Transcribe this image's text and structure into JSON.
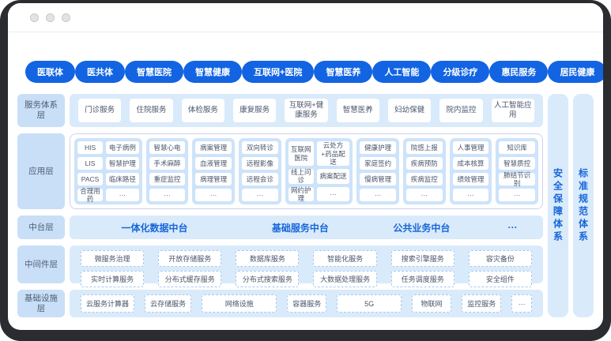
{
  "colors": {
    "pill_blue": "#1264e2",
    "panel_blue": "#d9eafb",
    "label_blue": "#c8dff7",
    "column_blue": "#cde3fa",
    "accent_text": "#1766d9",
    "app_border": "#ccd2f0",
    "dashed_border": "#a5c8ee",
    "frame_dark": "#2b2c30"
  },
  "top_pills": [
    "医联体",
    "医共体",
    "智慧医院",
    "智慧健康",
    "互联网+医院",
    "智慧医养",
    "人工智能",
    "分级诊疗",
    "惠民服务",
    "居民健康",
    "···"
  ],
  "layers": {
    "service": {
      "label": "服务体系层",
      "items": [
        "门诊服务",
        "住院服务",
        "体检服务",
        "康复服务",
        "互联网+健康服务",
        "智慧医养",
        "妇幼保健",
        "院内监控",
        "人工智能应用"
      ]
    },
    "application": {
      "label": "应用层",
      "columns": [
        {
          "cols": 2,
          "items": [
            "HIS",
            "电子病例",
            "LIS",
            "智慧护理",
            "PACS",
            "临床路径",
            "合理用药",
            "···"
          ]
        },
        {
          "cols": 1,
          "items": [
            "智慧心电",
            "手术麻醉",
            "重症监控",
            "···"
          ]
        },
        {
          "cols": 1,
          "items": [
            "病案管理",
            "血液管理",
            "病理管理",
            "···"
          ]
        },
        {
          "cols": 1,
          "items": [
            "双向转诊",
            "远程影像",
            "远程会诊",
            "···"
          ]
        },
        {
          "cols": 2,
          "items": [
            "互联网医院",
            "云处方+药品配送",
            "线上问诊",
            "病案配送",
            "网约护理",
            "···"
          ]
        },
        {
          "cols": 1,
          "items": [
            "健康护理",
            "家庭签约",
            "慢病管理",
            "···"
          ]
        },
        {
          "cols": 1,
          "items": [
            "院感上报",
            "疾病预防",
            "疾病监控",
            "···"
          ]
        },
        {
          "cols": 1,
          "items": [
            "人事管理",
            "成本核算",
            "绩效管理",
            "···"
          ]
        },
        {
          "cols": 1,
          "items": [
            "知识库",
            "智慧质控",
            "肺结节识别",
            "···"
          ]
        }
      ]
    },
    "middle_platform": {
      "label": "中台层",
      "items": [
        "一体化数据中台",
        "基础服务中台",
        "公共业务中台",
        "···"
      ]
    },
    "middleware": {
      "label": "中间件层",
      "items": [
        "微服务治理",
        "开放存储服务",
        "数据库服务",
        "智能化服务",
        "搜索引擎服务",
        "容灾备份",
        "实时计算服务",
        "分布式缓存服务",
        "分布式搜索服务",
        "大数据处理服务",
        "任务调度服务",
        "安全组件"
      ]
    },
    "infrastructure": {
      "label": "基础设施层",
      "items": [
        "云服务计算器",
        "云存储服务",
        "网络设施",
        "容器服务",
        "5G",
        "物联网",
        "监控服务",
        "···"
      ]
    }
  },
  "right_bars": [
    "安全保障体系",
    "标准规范体系"
  ]
}
